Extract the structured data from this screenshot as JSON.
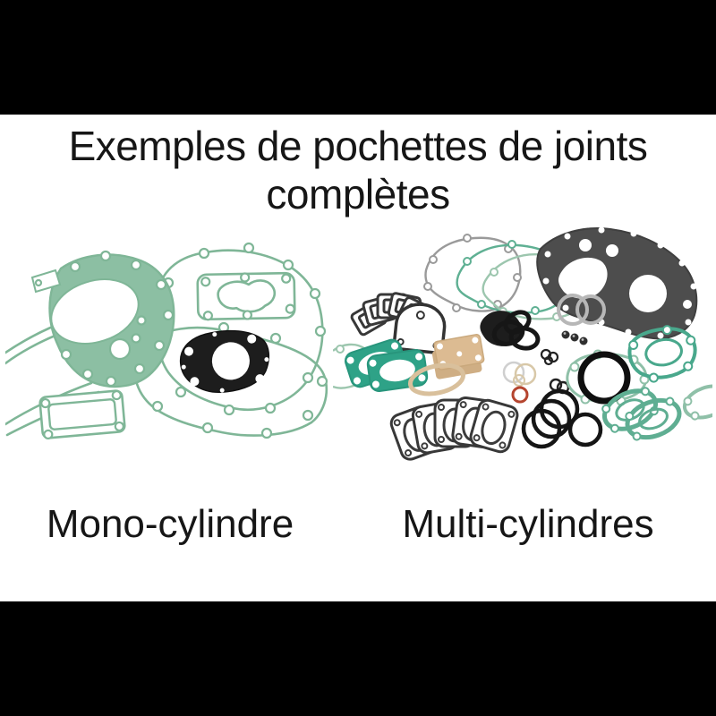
{
  "title": {
    "line1": "Exemples de pochettes de joints",
    "line2": "complètes"
  },
  "captions": {
    "left": "Mono-cylindre",
    "right": "Multi-cylindres"
  },
  "palette": {
    "letterbox_bars": "#000000",
    "canvas": "#ffffff",
    "text": "#161616",
    "sage_green_line": "#7fb697",
    "sage_green_fill": "#8cbfa3",
    "teal_green": "#2ea287",
    "bright_green_outline": "#5fb093",
    "pale_green_outline": "#9cc6ae",
    "gray_outline": "#9a9a9a",
    "charcoal_gasket": "#4d4d4d",
    "black_rubber": "#1d1d1d",
    "tan_paper": "#dcbb92",
    "beige_ring": "#d9c09c",
    "red_oring": "#b5452f",
    "silver_ring": "#b7b7b7"
  }
}
